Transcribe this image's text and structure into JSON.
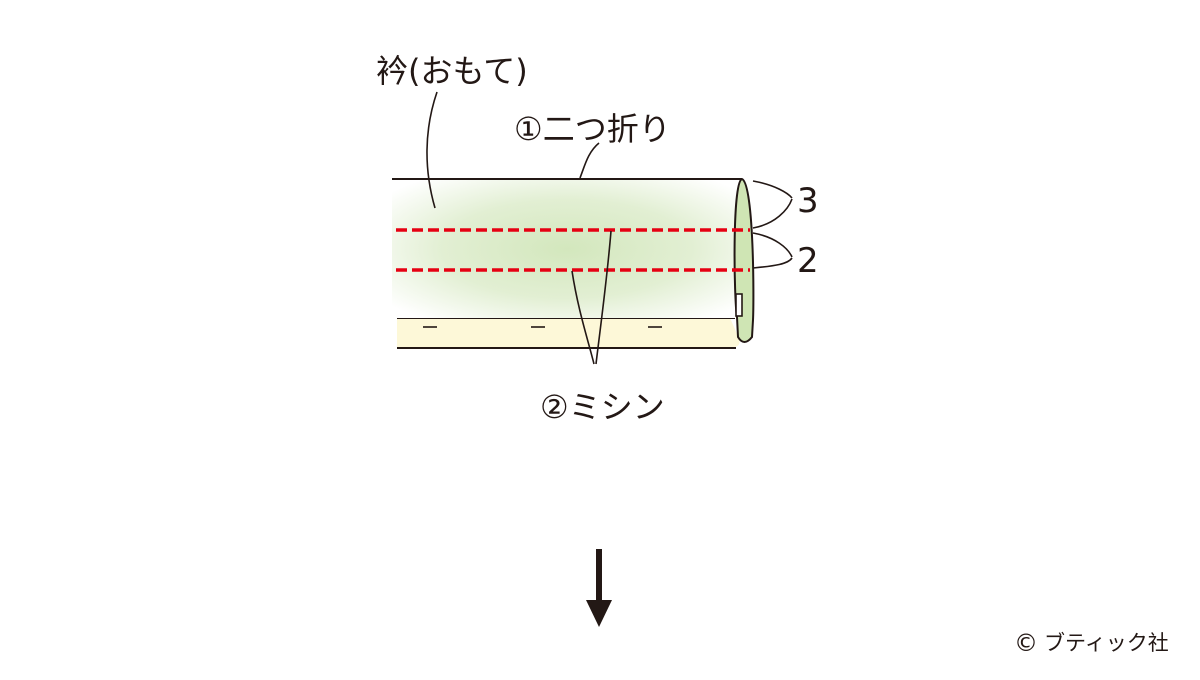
{
  "diagram": {
    "labels": {
      "collar": "衿(おもて)",
      "step1": "①二つ折り",
      "step2": "②ミシン",
      "measure_top": "3",
      "measure_bottom": "2"
    },
    "credit": {
      "symbol": "©",
      "text": "ブティック社"
    },
    "icons": {
      "arrow": "down-arrow-icon"
    },
    "colors": {
      "outline": "#231815",
      "stitch": "#e60012",
      "fabric_green": "#d6e8c0",
      "fabric_cream": "#fdf8d8",
      "fold_green": "#cfe5b4"
    }
  }
}
